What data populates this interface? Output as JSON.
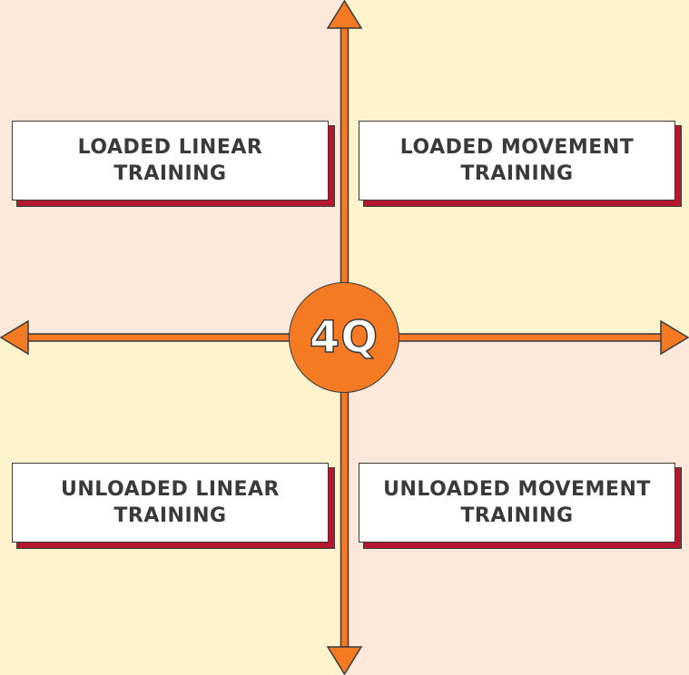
{
  "colors": {
    "quadrant_yellow": "#fdf3cc",
    "quadrant_peach": "#fde9dc",
    "arrow_orange": "#f57a24",
    "outline_dark": "#3a3a3a",
    "card_shadow_red": "#b3182f",
    "card_bg": "#ffffff"
  },
  "center": {
    "label": "4Q"
  },
  "quadrants": {
    "top_left": {
      "label": "LOADED LINEAR\nTRAINING"
    },
    "top_right": {
      "label": "LOADED MOVEMENT\nTRAINING"
    },
    "bottom_left": {
      "label": "UNLOADED LINEAR\nTRAINING"
    },
    "bottom_right": {
      "label": "UNLOADED MOVEMENT\nTRAINING"
    }
  }
}
